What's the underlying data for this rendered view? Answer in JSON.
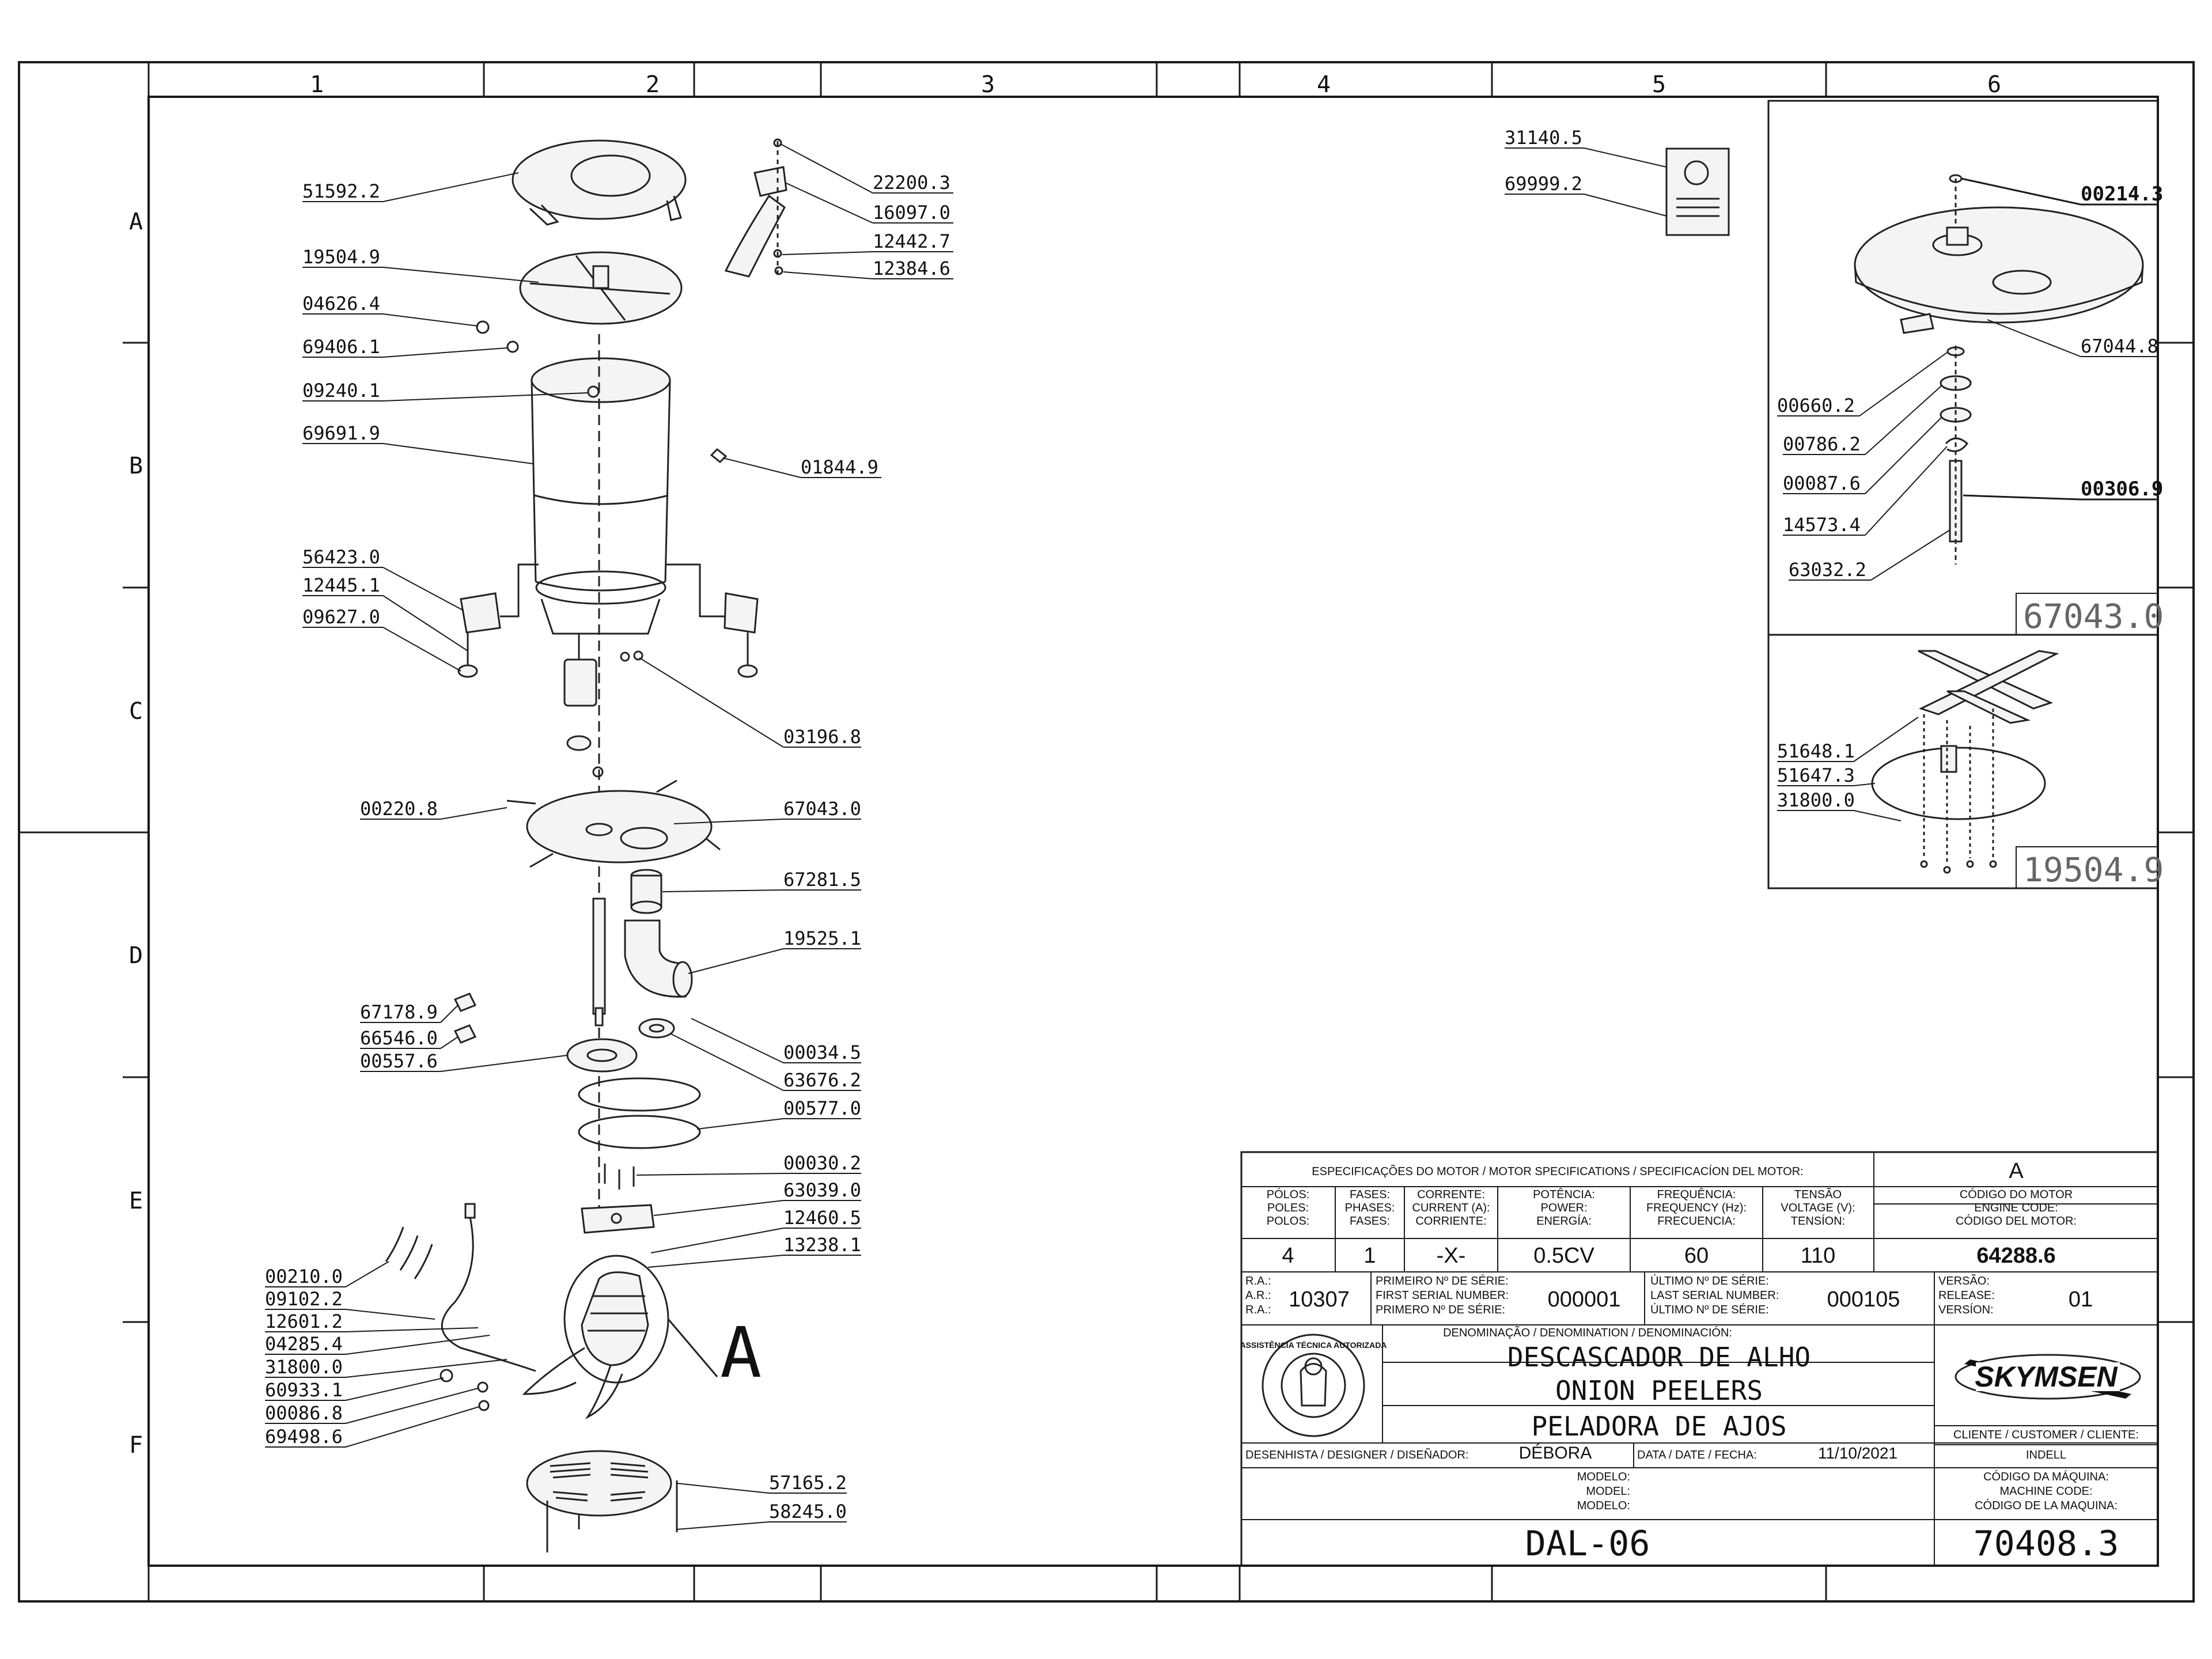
{
  "grid": {
    "columns": [
      "1",
      "2",
      "3",
      "4",
      "5",
      "6"
    ],
    "rows": [
      "A",
      "B",
      "C",
      "D",
      "E",
      "F"
    ]
  },
  "parts": {
    "p51592_2": "51592.2",
    "p19504_9": "19504.9",
    "p04626_4": "04626.4",
    "p69406_1": "69406.1",
    "p09240_1": "09240.1",
    "p69691_9": "69691.9",
    "p01844_9": "01844.9",
    "p56423_0": "56423.0",
    "p12445_1": "12445.1",
    "p09627_0": "09627.0",
    "p03196_8": "03196.8",
    "p00220_8": "00220.8",
    "p67043_0": "67043.0",
    "p67281_5": "67281.5",
    "p19525_1": "19525.1",
    "p67178_9": "67178.9",
    "p66546_0": "66546.0",
    "p00557_6": "00557.6",
    "p00034_5": "00034.5",
    "p63676_2": "63676.2",
    "p00577_0": "00577.0",
    "p00030_2": "00030.2",
    "p63039_0": "63039.0",
    "p12460_5": "12460.5",
    "p13238_1": "13238.1",
    "p00210_0": "00210.0",
    "p09102_2": "09102.2",
    "p12601_2": "12601.2",
    "p04285_4": "04285.4",
    "p31800_0": "31800.0",
    "p60933_1": "60933.1",
    "p00086_8": "00086.8",
    "p69498_6": "69498.6",
    "p57165_2": "57165.2",
    "p58245_0": "58245.0",
    "p22200_3": "22200.3",
    "p16097_0": "16097.0",
    "p12442_7": "12442.7",
    "p12384_6": "12384.6",
    "p31140_5": "31140.5",
    "p69999_2": "69999.2"
  },
  "detail_a": {
    "p00214_3": "00214.3",
    "p67044_8": "67044.8",
    "p00660_2": "00660.2",
    "p00786_2": "00786.2",
    "p00087_6": "00087.6",
    "p00306_9": "00306.9",
    "p14573_4": "14573.4",
    "p63032_2": "63032.2",
    "assembly": "67043.0"
  },
  "detail_b": {
    "p51648_1": "51648.1",
    "p51647_3": "51647.3",
    "p31800_0": "31800.0",
    "assembly": "19504.9"
  },
  "callout": "A",
  "title_block": {
    "motor_specs_header": "ESPECIFICAÇÕES DO MOTOR / MOTOR SPECIFICATIONS / SPECIFICACÍON DEL MOTOR:",
    "revision_letter": "A",
    "poles_label": [
      "PÓLOS:",
      "POLES:",
      "POLOS:"
    ],
    "phases_label": [
      "FASES:",
      "PHASES:",
      "FASES:"
    ],
    "current_label": [
      "CORRENTE:",
      "CURRENT (A):",
      "CORRIENTE:"
    ],
    "power_label": [
      "POTÊNCIA:",
      "POWER:",
      "ENERGÍA:"
    ],
    "freq_label": [
      "FREQUÊNCIA:",
      "FREQUENCY (Hz):",
      "FRECUENCIA:"
    ],
    "voltage_label": [
      "TENSÃO",
      "VOLTAGE (V):",
      "TENSÍON:"
    ],
    "engine_code_label": [
      "CÓDIGO DO MOTOR",
      "ENGINE CODE:",
      "CÓDIGO DEL MOTOR:"
    ],
    "poles": "4",
    "phases": "1",
    "current": "-X-",
    "power": "0.5CV",
    "frequency": "60",
    "voltage": "110",
    "engine_code": "64288.6",
    "ra_label": [
      "R.A.:",
      "A.R.:",
      "R.A.:"
    ],
    "ra_value": "10307",
    "first_serial_label": [
      "PRIMEIRO Nº DE SÉRIE:",
      "FIRST SERIAL NUMBER:",
      "PRIMERO Nº DE SÉRIE:"
    ],
    "first_serial": "000001",
    "last_serial_label": [
      "ÚLTIMO Nº DE SÉRIE:",
      "LAST SERIAL NUMBER:",
      "ÚLTIMO Nº DE SÉRIE:"
    ],
    "last_serial": "000105",
    "version_label": [
      "VERSÃO:",
      "RELEASE:",
      "VERSÍON:"
    ],
    "version": "01",
    "denomination_label": "DENOMINAÇÃO / DENOMINATION / DENOMINACIÓN:",
    "name_pt": "DESCASCADOR DE ALHO",
    "name_en": "ONION PEELERS",
    "name_es": "PELADORA DE AJOS",
    "seal_text": "ASSISTÊNCIA TÉCNICA AUTORIZADA",
    "brand": "SKYMSEN",
    "client_label": "CLIENTE / CUSTOMER / CLIENTE:",
    "client": "INDELL",
    "designer_label": "DESENHISTA / DESIGNER / DISEÑADOR:",
    "designer": "DÉBORA",
    "date_label": "DATA / DATE / FECHA:",
    "date": "11/10/2021",
    "model_label": [
      "MODELO:",
      "MODEL:",
      "MODELO:"
    ],
    "model": "DAL-06",
    "machine_code_label": [
      "CÓDIGO DA MÁQUINA:",
      "MACHINE CODE:",
      "CÓDIGO DE LA MAQUINA:"
    ],
    "machine_code": "70408.3"
  }
}
